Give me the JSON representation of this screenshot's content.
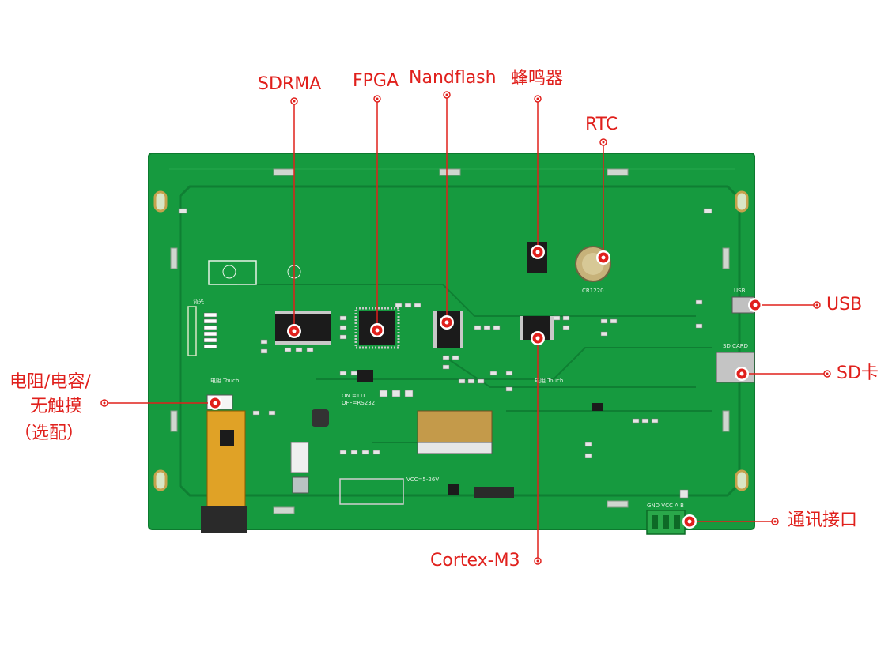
{
  "annotations": {
    "sdram": "SDRMA",
    "fpga": "FPGA",
    "nandflash": "Nandflash",
    "buzzer": "蜂鸣器",
    "rtc": "RTC",
    "usb": "USB",
    "sd_card": "SD卡",
    "touch_line1": "电阻/电容/",
    "touch_line2": "无触摸",
    "touch_line3": "（选配）",
    "cortex": "Cortex-M3",
    "comm_port": "通讯接口"
  },
  "board_silkscreen": {
    "ttl_rs232_line1": "ON =TTL",
    "ttl_rs232_line2": "OFF=RS232",
    "vcc": "VCC=5-26V",
    "sd_card": "SD CARD",
    "usb": "USB",
    "battery": "CR1220",
    "terminal": "GND VCC A B",
    "touch_left": "电阻  Touch",
    "touch_right": "电阻  Touch",
    "lcd": "背光"
  },
  "colors": {
    "accent": "#e0201c",
    "pcb": "#169a3f",
    "pcb_trace": "#0f7f33"
  }
}
